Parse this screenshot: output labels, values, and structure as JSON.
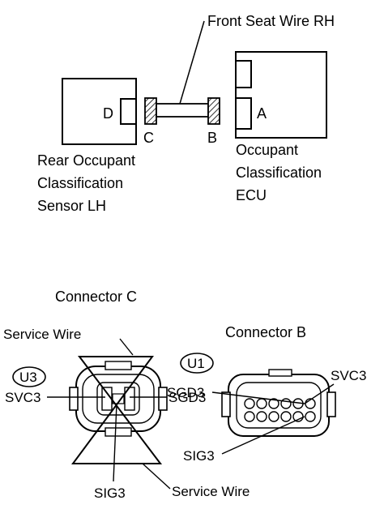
{
  "wiring": {
    "front_seat_wire": "Front Seat Wire RH",
    "rear_sensor": {
      "connector_letter": "D",
      "label_line1": "Rear Occupant",
      "label_line2": "Classification",
      "label_line3": "Sensor LH"
    },
    "harness": {
      "connector_c_letter": "C",
      "connector_b_letter": "B"
    },
    "ecu": {
      "connector_letter": "A",
      "label_line1": "Occupant",
      "label_line2": "Classification",
      "label_line3": "ECU"
    }
  },
  "connector_c": {
    "title": "Connector C",
    "code": "U3",
    "service_wire_top": "Service Wire",
    "service_wire_bottom": "Service Wire",
    "pin_svc3": "SVC3",
    "pin_sgd3": "SGD3",
    "pin_sig3": "SIG3"
  },
  "connector_b": {
    "title": "Connector B",
    "code": "U1",
    "pin_svc3": "SVC3",
    "pin_sgd3": "SGD3",
    "pin_sig3": "SIG3"
  }
}
